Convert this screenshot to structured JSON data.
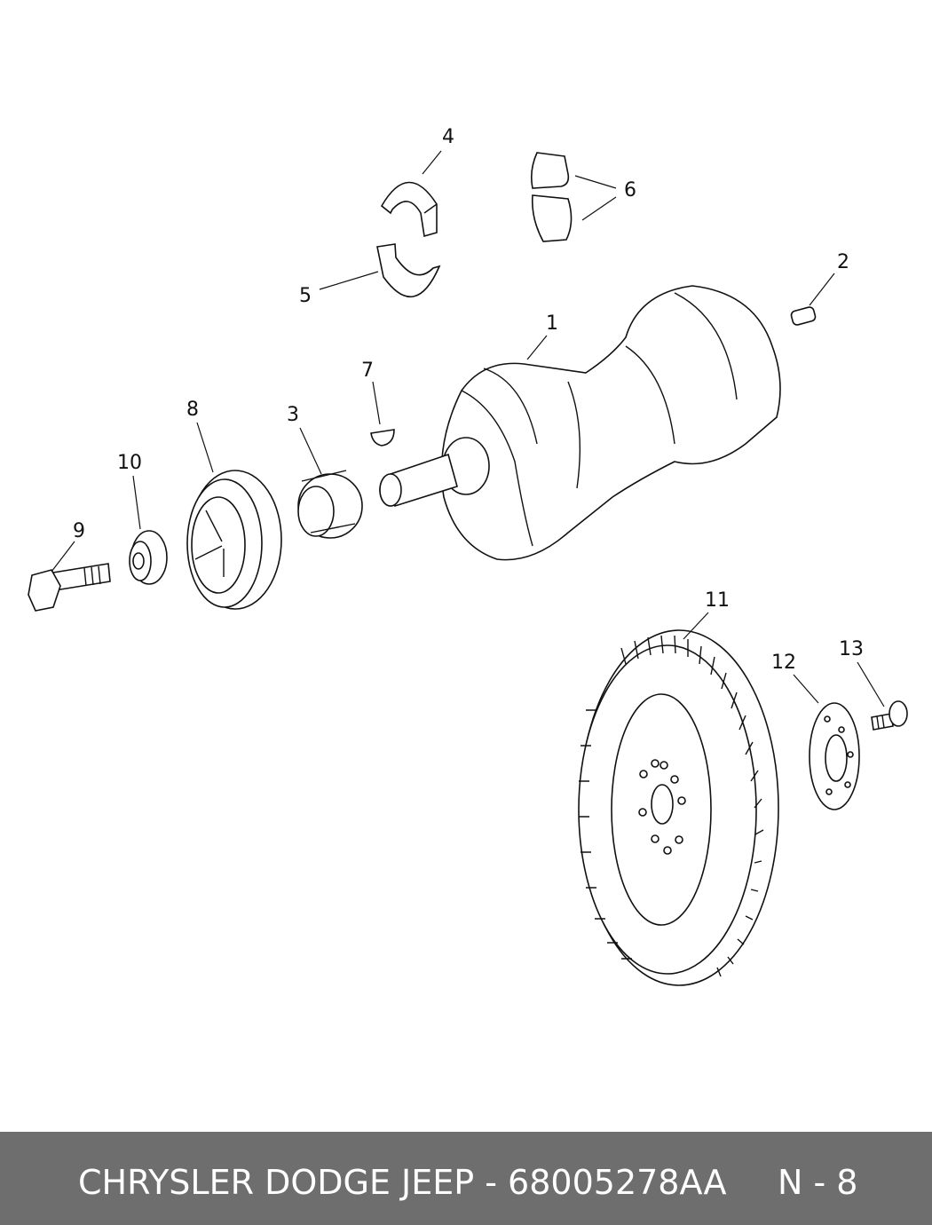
{
  "callouts": {
    "c1": "1",
    "c2": "2",
    "c3": "3",
    "c4": "4",
    "c5": "5",
    "c6": "6",
    "c7": "7",
    "c8": "8",
    "c9": "9",
    "c10": "10",
    "c11": "11",
    "c12": "12",
    "c13": "13"
  },
  "footer": {
    "title": "CHRYSLER DODGE JEEP - 68005278AA",
    "code": "N - 8"
  },
  "colors": {
    "footer_bg": "#6e6e6e",
    "footer_text": "#ffffff",
    "line": "#111111"
  }
}
